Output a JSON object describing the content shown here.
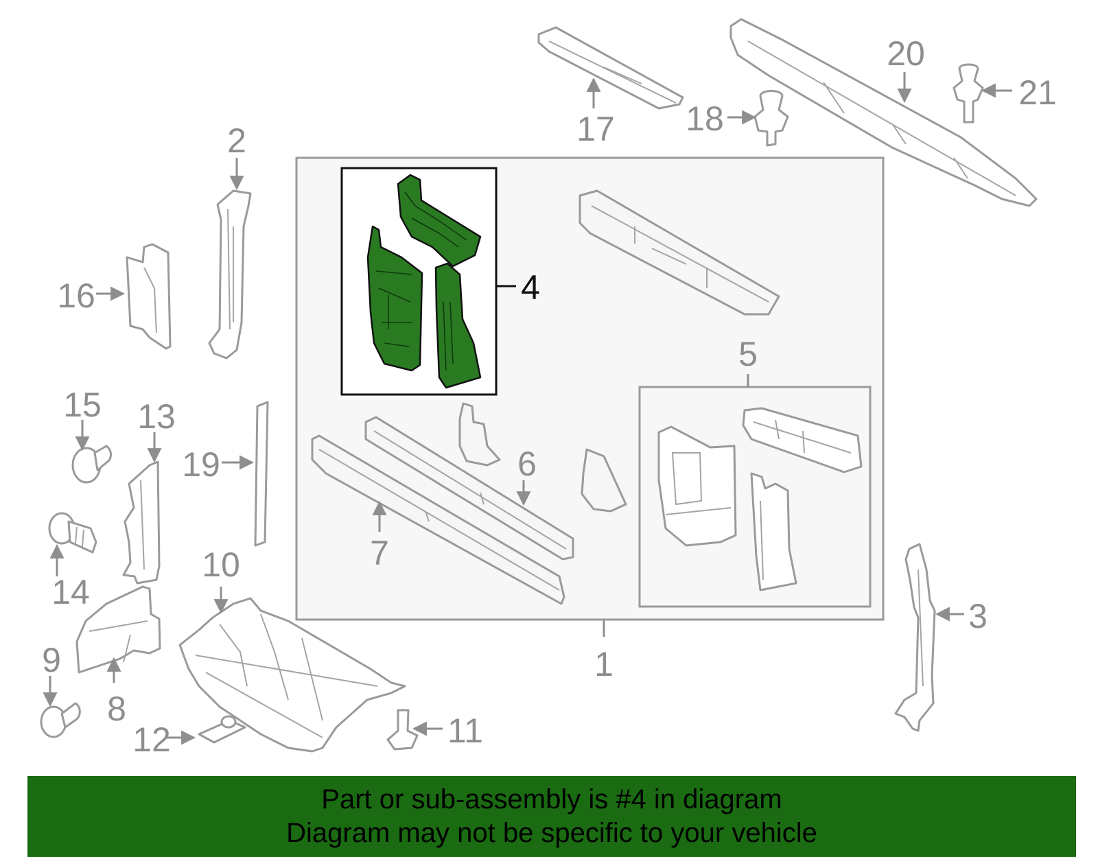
{
  "diagram": {
    "highlight_color": "#2a7a22",
    "banner_color": "#1a6b12",
    "callouts": {
      "c1": "1",
      "c2": "2",
      "c3": "3",
      "c4": "4",
      "c5": "5",
      "c6": "6",
      "c7": "7",
      "c8": "8",
      "c9": "9",
      "c10": "10",
      "c11": "11",
      "c12": "12",
      "c13": "13",
      "c14": "14",
      "c15": "15",
      "c16": "16",
      "c17": "17",
      "c18": "18",
      "c19": "19",
      "c20": "20",
      "c21": "21"
    },
    "highlighted_part": "4"
  },
  "banner": {
    "line1": "Part or sub-assembly is #4 in diagram",
    "line2": "Diagram may not be specific to your vehicle"
  }
}
